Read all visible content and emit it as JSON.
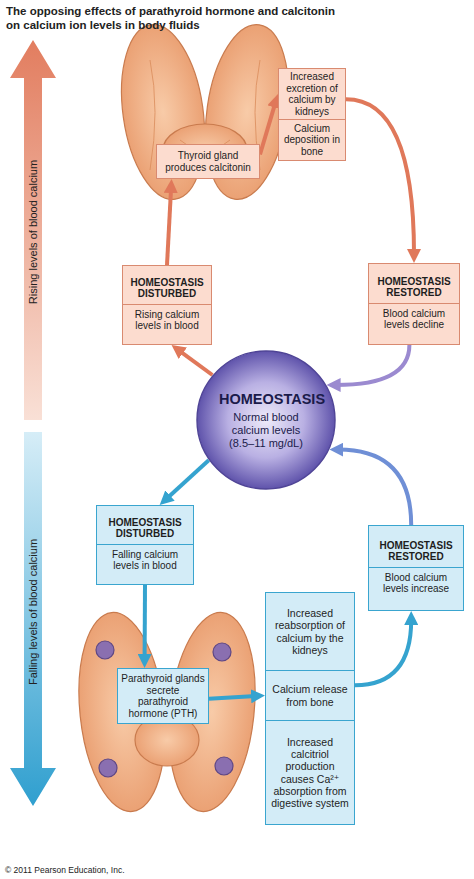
{
  "diagram": {
    "title": "The opposing effects of parathyroid hormone and calcitonin on calcium ion levels in body fluids",
    "nodes": [
      {
        "text": [
          "Thyroid gland produces calcitonin"
        ]
      },
      {
        "text": [
          "Increased excretion of calcium by kidneys"
        ]
      },
      {
        "text": [
          "Calcium deposition in bone"
        ]
      },
      {
        "text": [
          "HOMEOSTASIS RESTORED",
          "Blood calcium levels decline"
        ]
      },
      {
        "text": [
          "HOMEOSTASIS DISTURBED",
          "Rising calcium levels in blood"
        ]
      },
      {
        "text": [
          "HOMEOSTASIS",
          "Normal blood calcium levels (8.5–11 mg/dL)"
        ]
      },
      {
        "text": [
          "HOMEOSTASIS DISTURBED",
          "Falling calcium levels in blood"
        ]
      },
      {
        "text": [
          "HOMEOSTASIS RESTORED",
          "Blood calcium levels increase"
        ]
      },
      {
        "text": [
          "Increased reabsorption of calcium by the kidneys"
        ]
      },
      {
        "text": [
          "Calcium release from bone"
        ]
      },
      {
        "text": [
          "Increased calcitriol production causes Ca²⁺ absorption from digestive system"
        ]
      },
      {
        "text": [
          "Parathyroid glands secrete parathyroid hormone (PTH)"
        ]
      }
    ],
    "edges": [
      {
        "from": 0,
        "to": 1,
        "arrow": "to"
      },
      {
        "from": 1,
        "to": 3,
        "arrow": "to"
      },
      {
        "from": 3,
        "to": 5,
        "arrow": "to"
      },
      {
        "from": 5,
        "to": 4,
        "arrow": "to"
      },
      {
        "from": 4,
        "to": 0,
        "arrow": "to"
      },
      {
        "from": 5,
        "to": 6,
        "arrow": "to"
      },
      {
        "from": 6,
        "to": 11,
        "arrow": "to"
      },
      {
        "from": 11,
        "to": 9,
        "arrow": "to"
      },
      {
        "from": 9,
        "to": 7,
        "arrow": "to"
      },
      {
        "from": 7,
        "to": 5,
        "arrow": "to"
      }
    ],
    "labels": [
      "Rising levels of blood calcium",
      "Falling levels of blood calcium",
      "© 2011 Pearson Education, Inc."
    ]
  }
}
